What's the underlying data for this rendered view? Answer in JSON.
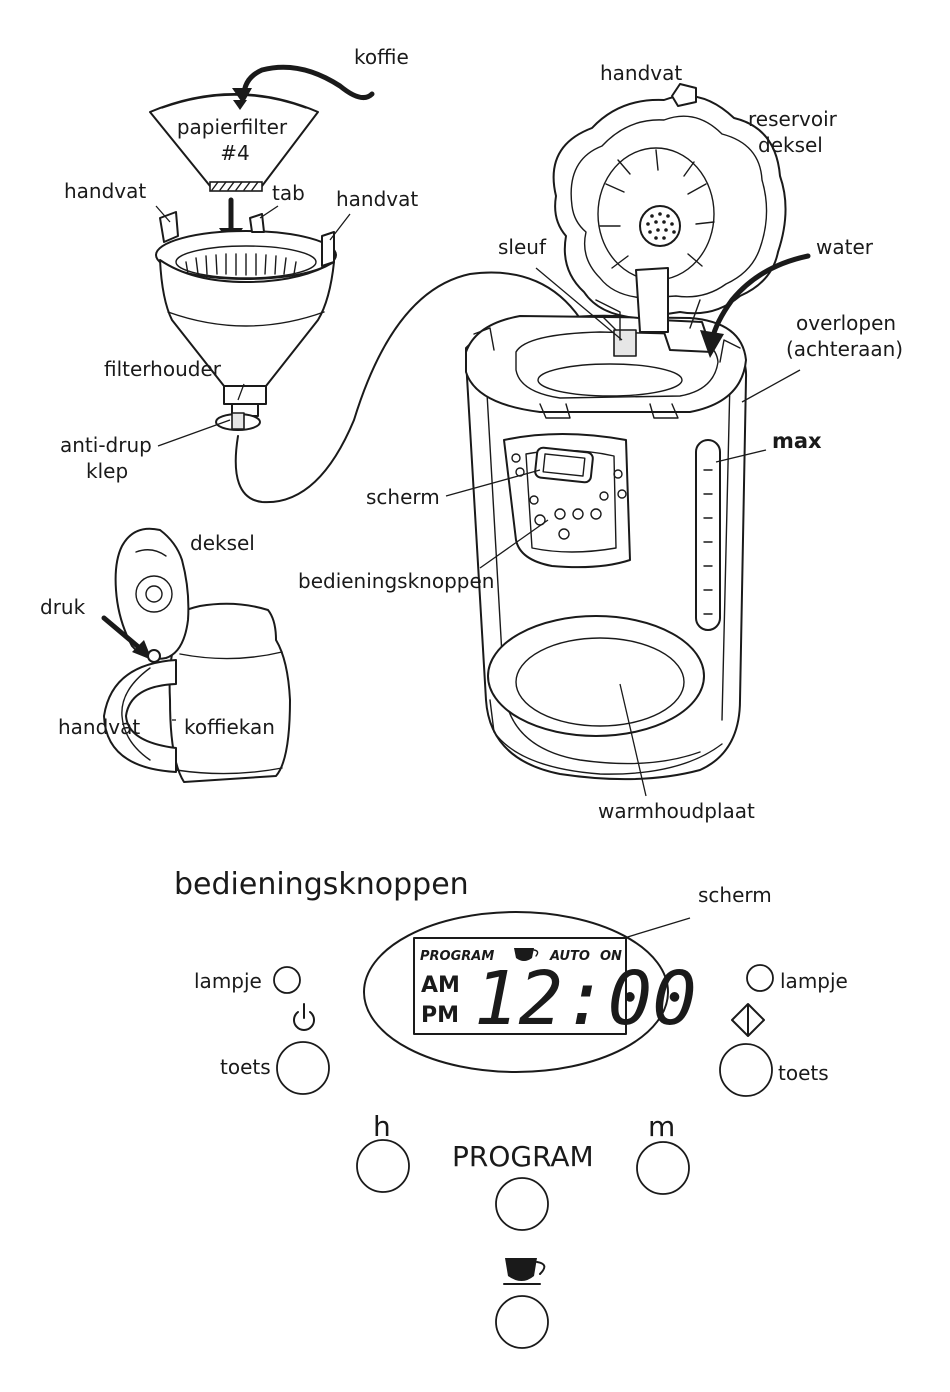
{
  "labels": {
    "koffie": "koffie",
    "papierfilter": "papierfilter",
    "papierfilter_size": "#4",
    "handvat_filter_left": "handvat",
    "tab": "tab",
    "handvat_filter_right": "handvat",
    "filterhouder": "filterhouder",
    "anti_drup_1": "anti-drup",
    "anti_drup_2": "klep",
    "handvat_top": "handvat",
    "reservoir_deksel_1": "reservoir",
    "reservoir_deksel_2": "deksel",
    "sleuf": "sleuf",
    "water": "water",
    "overlopen_1": "overlopen",
    "overlopen_2": "(achteraan)",
    "max": "max",
    "scherm": "scherm",
    "bedieningsknoppen": "bedieningsknoppen",
    "warmhoudplaat": "warmhoudplaat",
    "deksel": "deksel",
    "druk": "druk",
    "handvat_kan": "handvat",
    "koffiekan": "koffiekan"
  },
  "panel": {
    "title": "bedieningsknoppen",
    "scherm_label": "scherm",
    "lampje_left": "lampje",
    "lampje_right": "lampje",
    "toets_left": "toets",
    "toets_right": "toets",
    "hour_label": "h",
    "minute_label": "m",
    "program_label": "PROGRAM",
    "power_icon": "power-icon",
    "start_icon": "diamond-start-icon",
    "cup_icon": "coffee-cup-icon"
  },
  "display": {
    "program": "PROGRAM",
    "auto": "AUTO",
    "on": "ON",
    "am": "AM",
    "pm": "PM",
    "time": "12:00",
    "cup_icon": "coffee-cup-icon"
  }
}
